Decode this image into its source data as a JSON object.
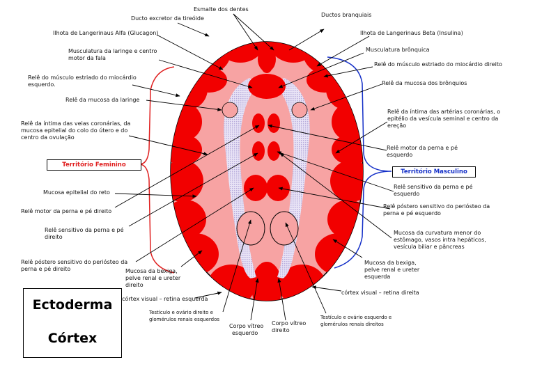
{
  "title": {
    "line1": "Ectoderma",
    "line2": "Córtex"
  },
  "territories": {
    "feminine": "Território Feminino",
    "masculine": "Território Masculino"
  },
  "colors": {
    "cortex_red": "#f20000",
    "inner_pink": "#f7a3a3",
    "lavender": "#d6d0ee",
    "feminine_line": "#e02020",
    "masculine_line": "#1530c8"
  },
  "labels": {
    "esmalte": "Esmalte dos dentes",
    "ducto_tireoide": "Ducto excretor da tireóide",
    "ductos_branquiais": "Ductos branquiais",
    "ilhota_alfa": "Ilhota de Langerinaus Alfa (Glucagon)",
    "ilhota_beta": "Ilhota de Langerinaus Beta (Insulina)",
    "laringe_l1": "Musculatura da laringe e centro",
    "laringe_l2": "motor da fala",
    "bronquica": "Musculatura brônquica",
    "miocardio_esq_l1": "Relê do músculo estriado do miocárdio",
    "miocardio_esq_l2": "esquerdo.",
    "miocardio_dir": "Relê do músculo estriado do miocárdio direito",
    "mucosa_laringe": "Relê da mucosa da laringe",
    "mucosa_bronquios": "Relê da mucosa dos brônquios",
    "veias_l1": "Relê da íntima das veias coronárias, da",
    "veias_l2": "mucosa epitelial  do colo do útero e do",
    "veias_l3": "centro da ovulação",
    "arterias_l1": "Relê da íntima das artérias coronárias, o",
    "arterias_l2": "epitélio da vesícula seminal e centro da",
    "arterias_l3": "ereção",
    "motor_esq_l1": "Relê motor da perna e pé",
    "motor_esq_l2": "esquerdo",
    "reto": "Mucosa epitelial do reto",
    "sens_esq_l1": "Relê sensitivo da perna e pé",
    "sens_esq_l2": "esquerdo",
    "motor_dir": "Relê motor da perna e pé direito",
    "post_esq_l1": "Relê póstero sensitivo do periósteo da",
    "post_esq_l2": "perna e pé esquerdo",
    "sens_dir_l1": "Relê sensitivo da perna e pé",
    "sens_dir_l2": "direito",
    "curvatura_l1": "Mucosa da curvatura menor do",
    "curvatura_l2": "estômago, vasos intra hepáticos,",
    "curvatura_l3": "vesícula biliar e pâncreas",
    "post_dir_l1": "Relê póstero sensitivo do periósteo da",
    "post_dir_l2": "perna e pé direito",
    "bexiga_esq_l1": "Mucosa da bexiga,",
    "bexiga_esq_l2": "pelve renal e ureter",
    "bexiga_esq_l3": "direito",
    "bexiga_dir_l1": "Mucosa da bexiga,",
    "bexiga_dir_l2": "pelve renal e ureter",
    "bexiga_dir_l3": "esquerda",
    "visual_esq": "córtex visual – retina esquerda",
    "visual_dir": "córtex visual – retina direita",
    "testiculo_dir_l1": "Testículo e ovário direito e",
    "testiculo_dir_l2": "glomérulos renais esquerdos",
    "testiculo_esq_l1": "Testículo e ovário esquerdo e",
    "testiculo_esq_l2": "glomérulos renais direitos",
    "vitreo_esq_l1": "Corpo vítreo",
    "vitreo_esq_l2": "esquerdo",
    "vitreo_dir_l1": "Corpo vítreo",
    "vitreo_dir_l2": "direito"
  }
}
